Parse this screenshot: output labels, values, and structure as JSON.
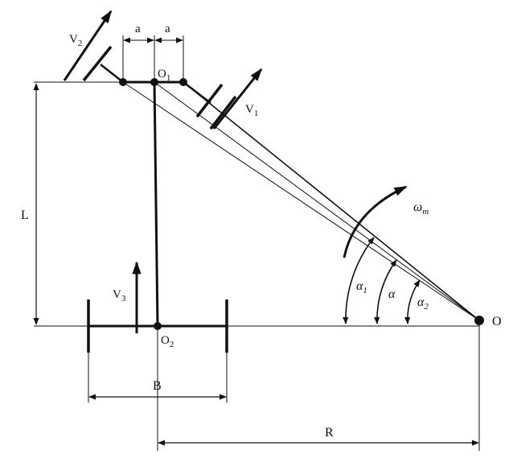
{
  "labels": {
    "a_left": "a",
    "a_right": "a",
    "v2": "V",
    "v2_sub": "2",
    "v1": "V",
    "v1_sub": "1",
    "v3": "V",
    "v3_sub": "3",
    "o1": "O",
    "o1_sub": "1",
    "o2": "O",
    "o2_sub": "2",
    "o": "O",
    "l": "L",
    "b": "B",
    "r": "R",
    "omega": "ω",
    "omega_sub": "m",
    "alpha1": "α",
    "alpha1_sub": "1",
    "alpha": "α",
    "alpha2": "α",
    "alpha2_sub": "2"
  },
  "colors": {
    "ink": "#111111",
    "background": "#ffffff"
  }
}
